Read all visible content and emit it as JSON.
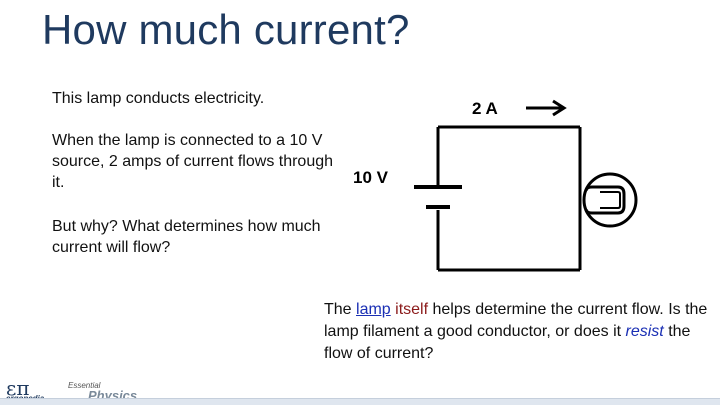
{
  "slide": {
    "title": "How much current?",
    "paragraph1": "This lamp conducts electricity.",
    "paragraph2": "When the lamp is connected to a 10 V source, 2 amps of current flows through it.",
    "paragraph3": "But why?  What determines how much current will flow?",
    "caption": {
      "part1": "The ",
      "lamp": "lamp",
      "part2": " ",
      "itself": "itself",
      "part3": " helps determine the current flow.  Is the lamp filament a good conductor, or does it ",
      "resist": "resist",
      "part4": " the flow of current?"
    }
  },
  "circuit": {
    "current_label": "2 A",
    "voltage_label": "10 V",
    "lamp_icon": "lamp-icon",
    "battery_icon": "battery-icon",
    "arrow_icon": "arrow-right-icon"
  },
  "footer": {
    "logo_symbol": "επ",
    "logo_text": "ergopedia",
    "essential": "Essential",
    "physics": "Physics"
  },
  "colors": {
    "title": "#1f3a5f",
    "link_blue": "#1a2fb4",
    "itself_red": "#8b1a1a"
  }
}
